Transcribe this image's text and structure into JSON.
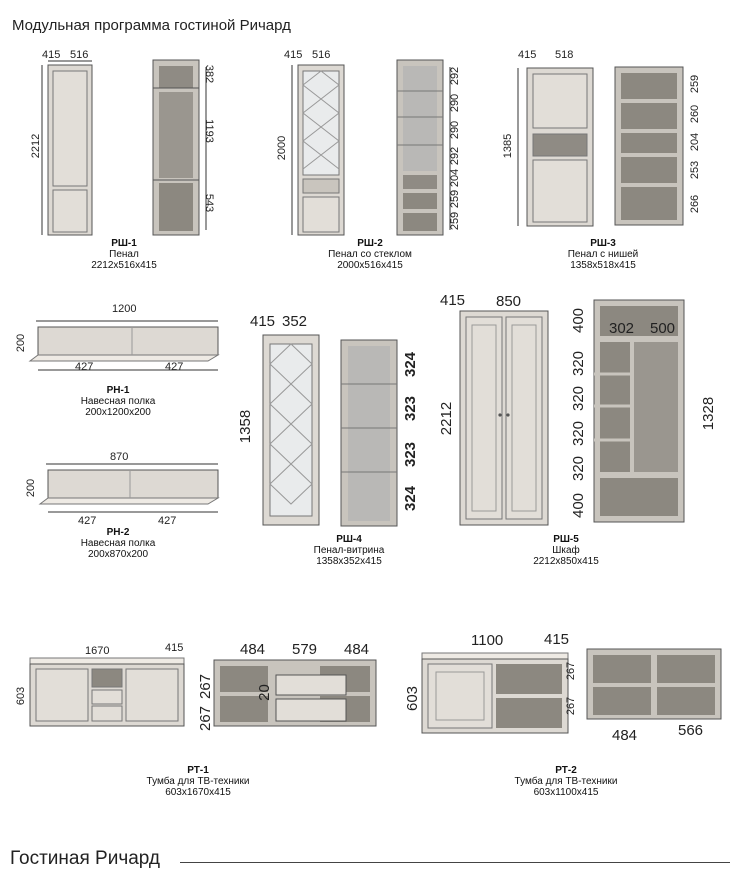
{
  "header": {
    "title": "Модульная программа гостиной Ричард"
  },
  "footer": {
    "title": "Гостиная Ричард"
  },
  "colors": {
    "panel": "#ddd9d3",
    "panel_dark": "#a9a49d",
    "inner": "#8c8880",
    "line": "#333333",
    "glass": "#e9ebec"
  },
  "items": {
    "rsh1": {
      "code": "РШ-1",
      "name": "Пенал",
      "size": "2212х516х415",
      "dims": {
        "d": "415",
        "w": "516",
        "h": "2212",
        "s1": "382",
        "s2": "1193",
        "s3": "543"
      }
    },
    "rsh2": {
      "code": "РШ-2",
      "name": "Пенал со стеклом",
      "size": "2000х516х415",
      "dims": {
        "d": "415",
        "w": "516",
        "h": "2000",
        "s1": "292",
        "s2": "290",
        "s3": "290",
        "s4": "292",
        "s5": "204",
        "s6": "259",
        "s7": "259"
      }
    },
    "rsh3": {
      "code": "РШ-3",
      "name": "Пенал с нишей",
      "size": "1358х518х415",
      "dims": {
        "d": "415",
        "w": "518",
        "h": "1385",
        "s1": "259",
        "s2": "260",
        "s3": "204",
        "s4": "253",
        "s5": "266"
      }
    },
    "rn1": {
      "code": "РН-1",
      "name": "Навесная полка",
      "size": "200х1200х200",
      "dims": {
        "w": "1200",
        "h": "200",
        "l": "427",
        "r": "427"
      }
    },
    "rn2": {
      "code": "РН-2",
      "name": "Навесная полка",
      "size": "200х870х200",
      "dims": {
        "w": "870",
        "h": "200",
        "l": "427",
        "r": "427"
      }
    },
    "rsh4": {
      "code": "РШ-4",
      "name": "Пенал-витрина",
      "size": "1358х352х415",
      "dims": {
        "d": "415",
        "w": "352",
        "h": "1358",
        "s1": "324",
        "s2": "323",
        "s3": "323",
        "s4": "324"
      }
    },
    "rsh5": {
      "code": "РШ-5",
      "name": "Шкаф",
      "size": "2212х850х415",
      "dims": {
        "d": "415",
        "w": "850",
        "h": "2212",
        "a": "400",
        "b": "302",
        "c": "500",
        "s1": "320",
        "s2": "320",
        "s3": "320",
        "s4": "320",
        "s5": "400",
        "r": "1328"
      }
    },
    "rt1": {
      "code": "РТ-1",
      "name": "Тумба  для ТВ-техники",
      "size": "603х1670х415",
      "dims": {
        "w": "1670",
        "d": "415",
        "h": "603",
        "a": "484",
        "b": "579",
        "c": "484",
        "s1": "267",
        "s2": "20",
        "s3": "267"
      }
    },
    "rt2": {
      "code": "РТ-2",
      "name": "Тумба для ТВ-техники",
      "size": "603х1100х415",
      "dims": {
        "w": "1100",
        "d": "415",
        "h": "603",
        "s1": "267",
        "s2": "267",
        "a": "484",
        "b": "566"
      }
    }
  }
}
